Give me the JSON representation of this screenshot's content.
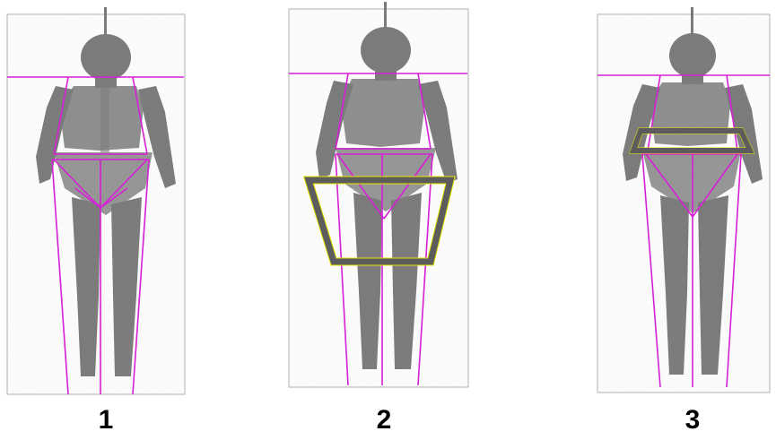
{
  "colors": {
    "roi_line": "#d61fd6",
    "highlight": "#5c5c5c",
    "highlight_edge": "#e6e600",
    "skeleton": "#6a6a6a",
    "frame": "#bdbdbd"
  },
  "panels": [
    {
      "label": "1",
      "highlight": "none"
    },
    {
      "label": "2",
      "highlight": "pelvis-thigh-region"
    },
    {
      "label": "3",
      "highlight": "lower-trunk-band"
    }
  ]
}
